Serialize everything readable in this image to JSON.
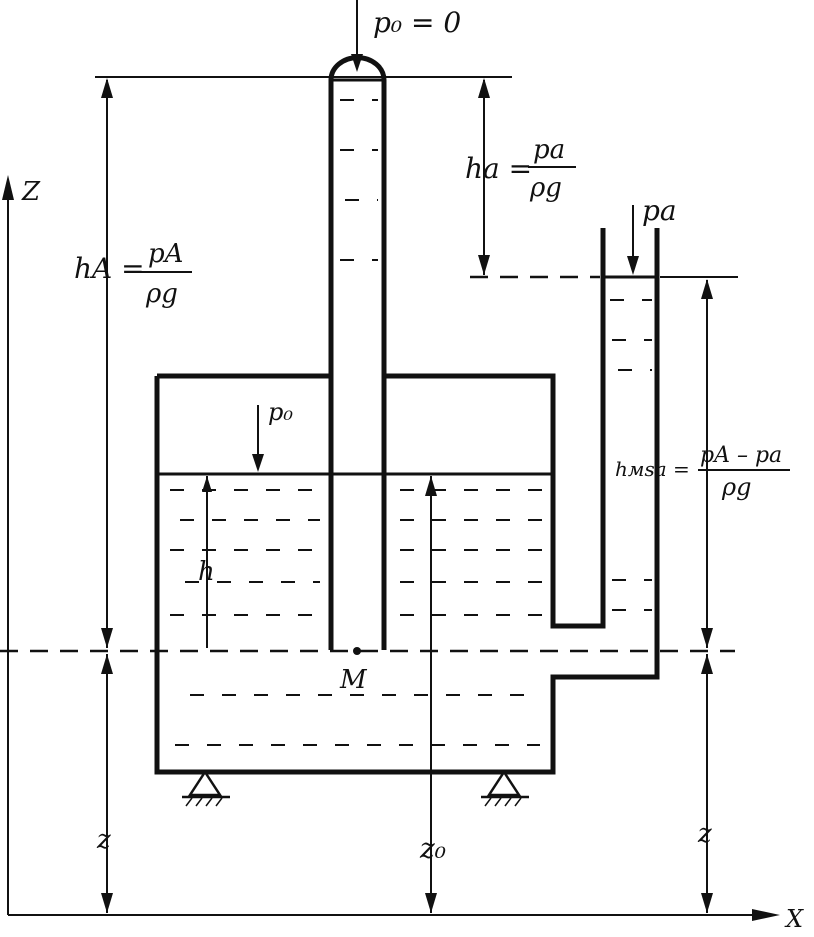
{
  "labels": {
    "p0_top": "p₀ = 0",
    "ha_num": "pa",
    "ha_prefix": "ha =",
    "ha_den": "ρg",
    "pa_arrow": "pa",
    "hA_prefix": "hA =",
    "hA_num": "pA",
    "hA_den": "ρg",
    "p0_surface": "p₀",
    "h": "h",
    "hmsa_prefix": "hмsa =",
    "hmsa_num": "pA – pa",
    "hmsa_den": "ρg",
    "M": "M",
    "z_left": "z",
    "z0": "z₀",
    "z_right": "z",
    "Z_axis": "Z",
    "X_axis": "X"
  }
}
